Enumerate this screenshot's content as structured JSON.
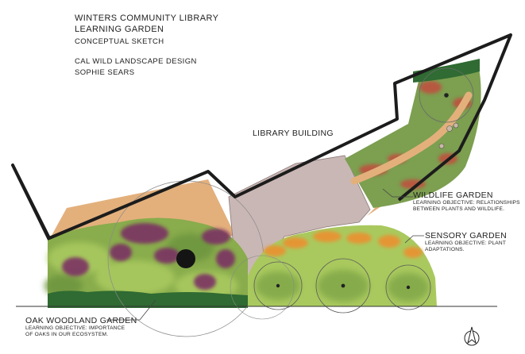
{
  "title": {
    "line1": "WINTERS COMMUNITY LIBRARY",
    "line2": "LEARNING GARDEN",
    "line3": "CONCEPTUAL SKETCH"
  },
  "designer": {
    "firm": "CAL WILD LANDSCAPE DESIGN",
    "name": "SOPHIE SEARS"
  },
  "labels": {
    "library": "LIBRARY BUILDING",
    "wildlife": {
      "name": "WILDLIFE GARDEN",
      "objective_1": "LEARNING OBJECTIVE: RELATIONSHIPS",
      "objective_2": "BETWEEN PLANTS AND WILDLIFE."
    },
    "sensory": {
      "name": "SENSORY GARDEN",
      "objective_1": "LEARNING OBJECTIVE: PLANT",
      "objective_2": "ADAPTATIONS."
    },
    "oak": {
      "name": "OAK WOODLAND GARDEN",
      "objective_1": "LEARNING OBJECTIVE: IMPORTANCE",
      "objective_2": "OF OAKS IN OUR ECOSYSTEM."
    }
  },
  "icons": {
    "north_arrow": "north-arrow-icon"
  },
  "colors": {
    "sand": "#e3b07c",
    "plaza": "#c9b7b5",
    "green_dark": "#6e9640",
    "green_light": "#a9c95e",
    "purple": "#7a2e63",
    "orange": "#ea9233",
    "red": "#c54a3c",
    "building_outline": "#1c1c1c"
  }
}
